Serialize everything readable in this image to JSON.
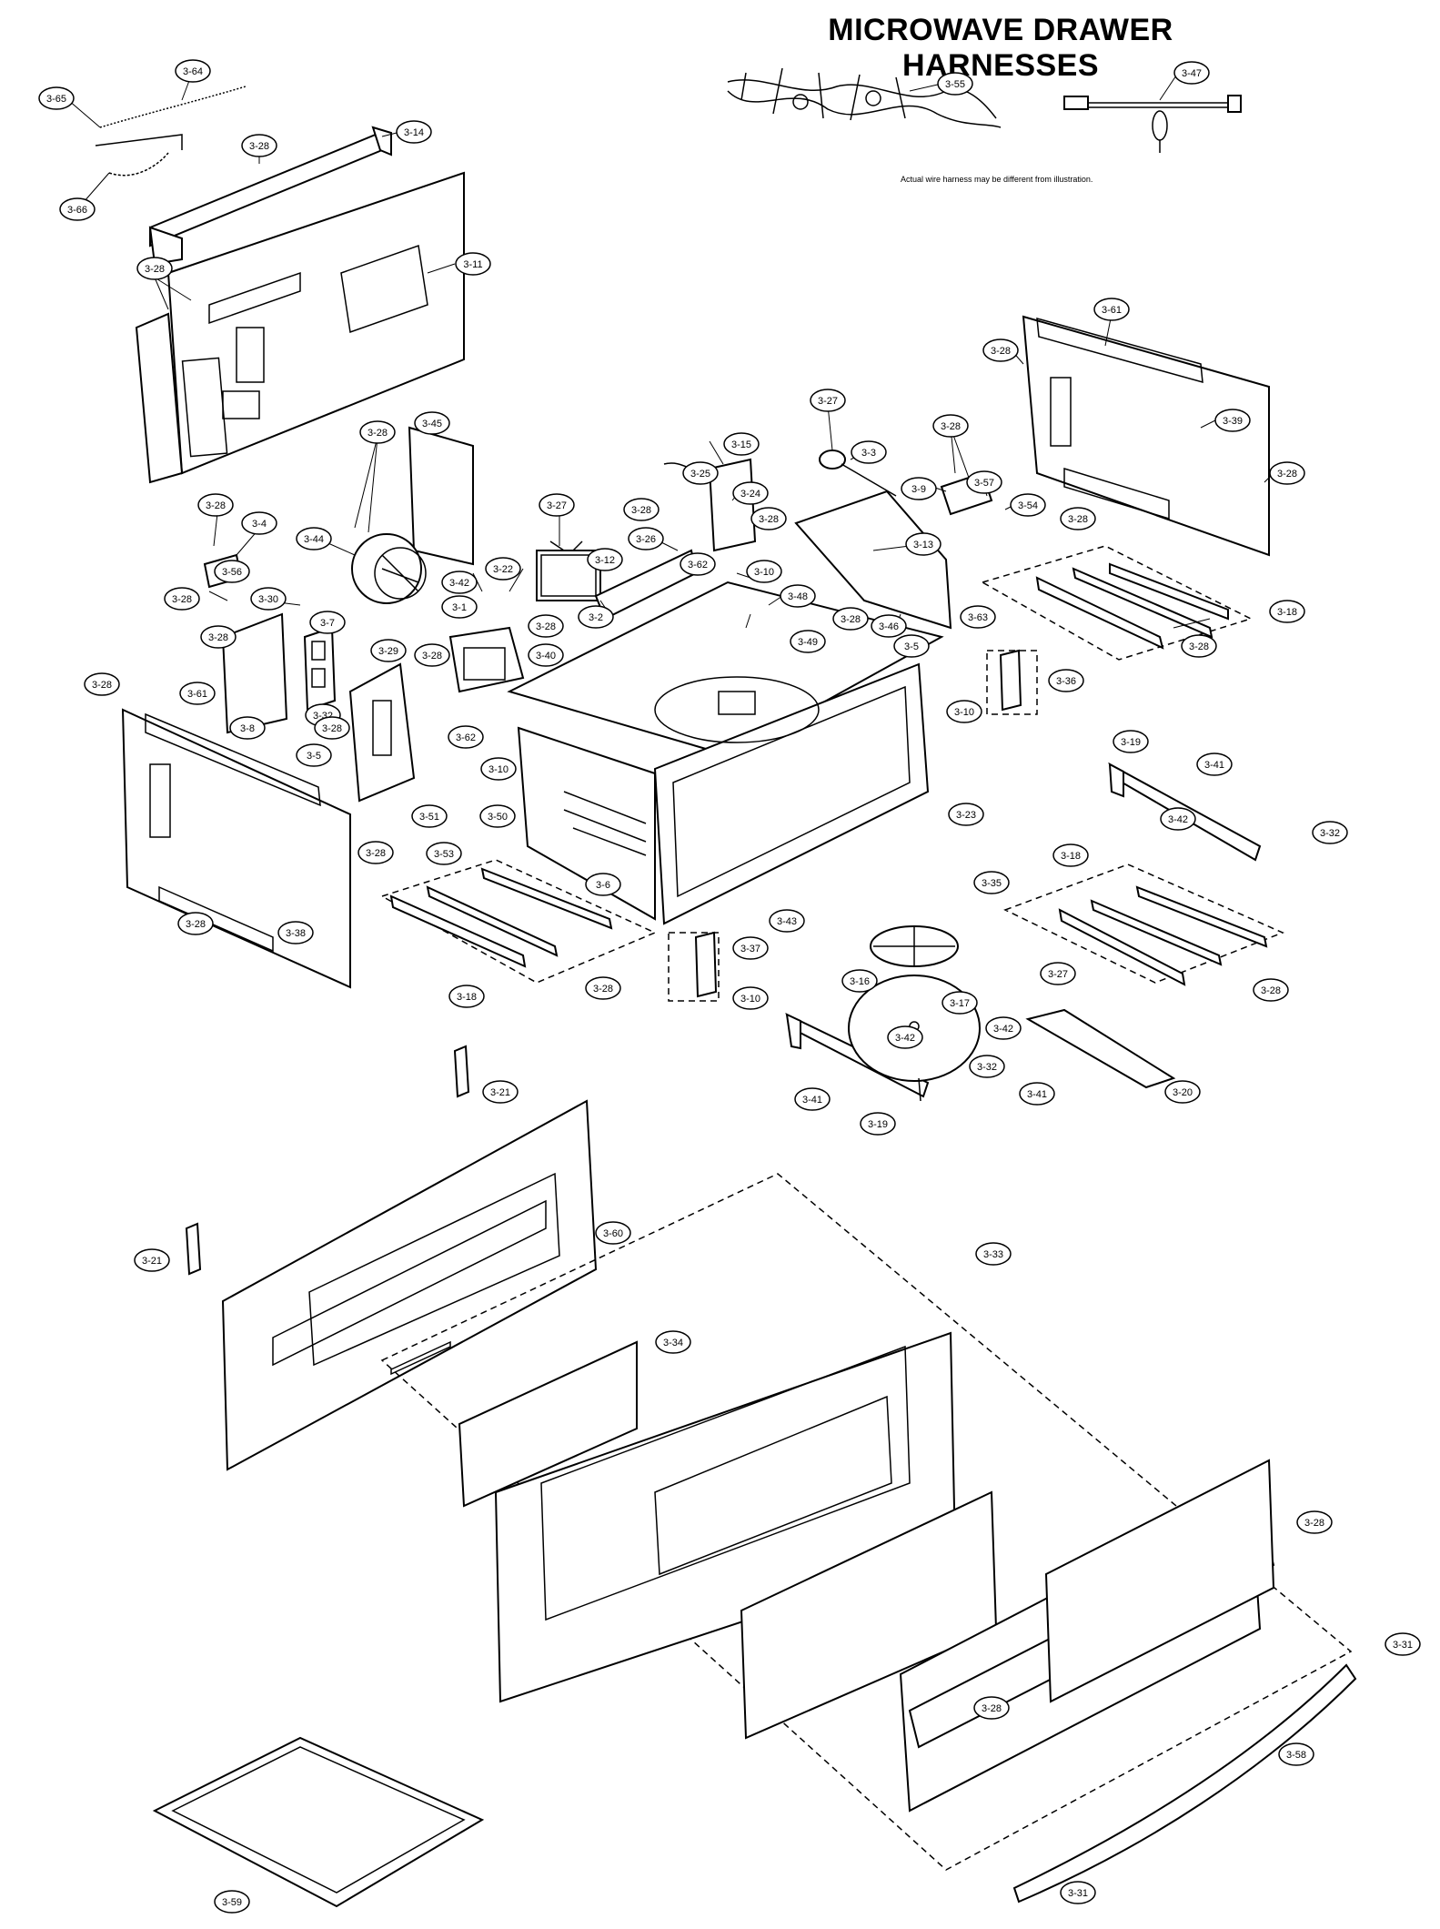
{
  "header": {
    "title": "MICROWAVE DRAWER HARNESSES",
    "note": "Actual wire harness may be different from illustration."
  },
  "callouts": [
    {
      "id": "c-3-65",
      "label": "3-65"
    },
    {
      "id": "c-3-64",
      "label": "3-64"
    },
    {
      "id": "c-3-66",
      "label": "3-66"
    },
    {
      "id": "c-3-28a",
      "label": "3-28"
    },
    {
      "id": "c-3-14",
      "label": "3-14"
    },
    {
      "id": "c-3-28b",
      "label": "3-28"
    },
    {
      "id": "c-3-11",
      "label": "3-11"
    },
    {
      "id": "c-3-55",
      "label": "3-55"
    },
    {
      "id": "c-3-47",
      "label": "3-47"
    },
    {
      "id": "c-3-61a",
      "label": "3-61"
    },
    {
      "id": "c-3-28c",
      "label": "3-28"
    },
    {
      "id": "c-3-39",
      "label": "3-39"
    },
    {
      "id": "c-3-28d",
      "label": "3-28"
    },
    {
      "id": "c-3-28e",
      "label": "3-28"
    },
    {
      "id": "c-3-27a",
      "label": "3-27"
    },
    {
      "id": "c-3-3",
      "label": "3-3"
    },
    {
      "id": "c-3-28f",
      "label": "3-28"
    },
    {
      "id": "c-3-9",
      "label": "3-9"
    },
    {
      "id": "c-3-57",
      "label": "3-57"
    },
    {
      "id": "c-3-54",
      "label": "3-54"
    },
    {
      "id": "c-3-45",
      "label": "3-45"
    },
    {
      "id": "c-3-28g",
      "label": "3-28"
    },
    {
      "id": "c-3-15",
      "label": "3-15"
    },
    {
      "id": "c-3-25",
      "label": "3-25"
    },
    {
      "id": "c-3-24",
      "label": "3-24"
    },
    {
      "id": "c-3-28h",
      "label": "3-28"
    },
    {
      "id": "c-3-28i",
      "label": "3-28"
    },
    {
      "id": "c-3-4",
      "label": "3-4"
    },
    {
      "id": "c-3-27b",
      "label": "3-27"
    },
    {
      "id": "c-3-44",
      "label": "3-44"
    },
    {
      "id": "c-3-26",
      "label": "3-26"
    },
    {
      "id": "c-3-28j",
      "label": "3-28"
    },
    {
      "id": "c-3-13",
      "label": "3-13"
    },
    {
      "id": "c-3-56",
      "label": "3-56"
    },
    {
      "id": "c-3-12",
      "label": "3-12"
    },
    {
      "id": "c-3-62a",
      "label": "3-62"
    },
    {
      "id": "c-3-10a",
      "label": "3-10"
    },
    {
      "id": "c-3-42a",
      "label": "3-42"
    },
    {
      "id": "c-3-22",
      "label": "3-22"
    },
    {
      "id": "c-3-28k",
      "label": "3-28"
    },
    {
      "id": "c-3-30",
      "label": "3-30"
    },
    {
      "id": "c-3-2",
      "label": "3-2"
    },
    {
      "id": "c-3-48",
      "label": "3-48"
    },
    {
      "id": "c-3-18a",
      "label": "3-18"
    },
    {
      "id": "c-3-28l",
      "label": "3-28"
    },
    {
      "id": "c-3-46",
      "label": "3-46"
    },
    {
      "id": "c-3-1",
      "label": "3-1"
    },
    {
      "id": "c-3-28m",
      "label": "3-28"
    },
    {
      "id": "c-3-7",
      "label": "3-7"
    },
    {
      "id": "c-3-49",
      "label": "3-49"
    },
    {
      "id": "c-3-5a",
      "label": "3-5"
    },
    {
      "id": "c-3-63",
      "label": "3-63"
    },
    {
      "id": "c-3-28n",
      "label": "3-28"
    },
    {
      "id": "c-3-28o",
      "label": "3-28"
    },
    {
      "id": "c-3-29",
      "label": "3-29"
    },
    {
      "id": "c-3-40",
      "label": "3-40"
    },
    {
      "id": "c-3-28p",
      "label": "3-28"
    },
    {
      "id": "c-3-36",
      "label": "3-36"
    },
    {
      "id": "c-3-32a",
      "label": "3-32"
    },
    {
      "id": "c-3-10b",
      "label": "3-10"
    },
    {
      "id": "c-3-8",
      "label": "3-8"
    },
    {
      "id": "c-3-28q",
      "label": "3-28"
    },
    {
      "id": "c-3-61b",
      "label": "3-61"
    },
    {
      "id": "c-3-19a",
      "label": "3-19"
    },
    {
      "id": "c-3-41a",
      "label": "3-41"
    },
    {
      "id": "c-3-62b",
      "label": "3-62"
    },
    {
      "id": "c-3-5b",
      "label": "3-5"
    },
    {
      "id": "c-3-28r",
      "label": "3-28"
    },
    {
      "id": "c-3-10c",
      "label": "3-10"
    },
    {
      "id": "c-3-51",
      "label": "3-51"
    },
    {
      "id": "c-3-50",
      "label": "3-50"
    },
    {
      "id": "c-3-23",
      "label": "3-23"
    },
    {
      "id": "c-3-42b",
      "label": "3-42"
    },
    {
      "id": "c-3-32b",
      "label": "3-32"
    },
    {
      "id": "c-3-28s",
      "label": "3-28"
    },
    {
      "id": "c-3-53",
      "label": "3-53"
    },
    {
      "id": "c-3-6",
      "label": "3-6"
    },
    {
      "id": "c-3-35",
      "label": "3-35"
    },
    {
      "id": "c-3-18b",
      "label": "3-18"
    },
    {
      "id": "c-3-28t",
      "label": "3-28"
    },
    {
      "id": "c-3-38",
      "label": "3-38"
    },
    {
      "id": "c-3-43",
      "label": "3-43"
    },
    {
      "id": "c-3-37",
      "label": "3-37"
    },
    {
      "id": "c-3-16",
      "label": "3-16"
    },
    {
      "id": "c-3-28u",
      "label": "3-28"
    },
    {
      "id": "c-3-18c",
      "label": "3-18"
    },
    {
      "id": "c-3-28v",
      "label": "3-28"
    },
    {
      "id": "c-3-10d",
      "label": "3-10"
    },
    {
      "id": "c-3-17",
      "label": "3-17"
    },
    {
      "id": "c-3-27c",
      "label": "3-27"
    },
    {
      "id": "c-3-42c",
      "label": "3-42"
    },
    {
      "id": "c-3-42d",
      "label": "3-42"
    },
    {
      "id": "c-3-32c",
      "label": "3-32"
    },
    {
      "id": "c-3-41b",
      "label": "3-41"
    },
    {
      "id": "c-3-19b",
      "label": "3-19"
    },
    {
      "id": "c-3-41c",
      "label": "3-41"
    },
    {
      "id": "c-3-20",
      "label": "3-20"
    },
    {
      "id": "c-3-21a",
      "label": "3-21"
    },
    {
      "id": "c-3-60",
      "label": "3-60"
    },
    {
      "id": "c-3-21b",
      "label": "3-21"
    },
    {
      "id": "c-3-33",
      "label": "3-33"
    },
    {
      "id": "c-3-34",
      "label": "3-34"
    },
    {
      "id": "c-3-28w",
      "label": "3-28"
    },
    {
      "id": "c-3-31a",
      "label": "3-31"
    },
    {
      "id": "c-3-28x",
      "label": "3-28"
    },
    {
      "id": "c-3-58",
      "label": "3-58"
    },
    {
      "id": "c-3-31b",
      "label": "3-31"
    },
    {
      "id": "c-3-59",
      "label": "3-59"
    }
  ]
}
